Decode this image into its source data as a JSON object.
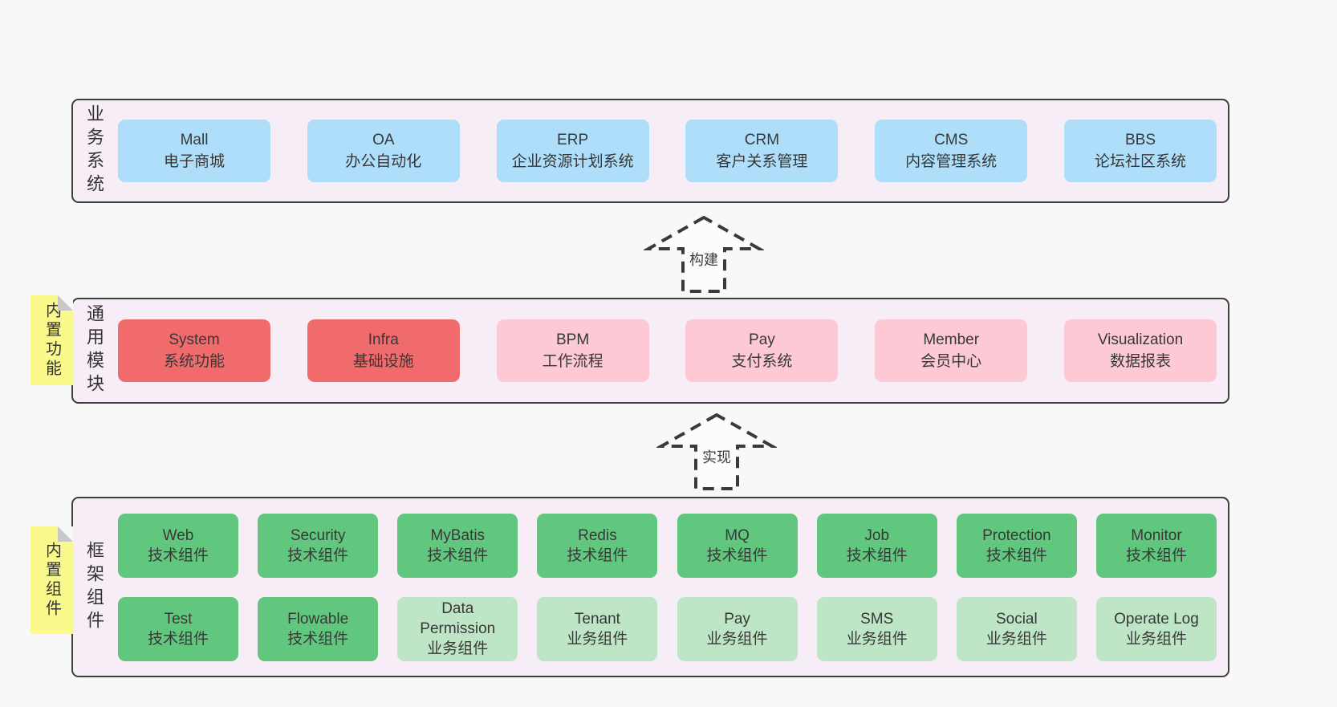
{
  "colors": {
    "page_background": "#f8f8f8",
    "band_background": "#f7edf6",
    "band_border": "#3e3e3e",
    "blue_box": "#AEDEFA",
    "red_box": "#F16A6C",
    "pink_box": "#FCC9D4",
    "green_box": "#61C77E",
    "light_green_box": "#BEE5C5",
    "sticky_note": "#FAFA8C"
  },
  "bands": [
    {
      "label": "业务系统",
      "boxes": [
        {
          "title": "Mall",
          "subtitle": "电子商城"
        },
        {
          "title": "OA",
          "subtitle": "办公自动化"
        },
        {
          "title": "ERP",
          "subtitle": "企业资源计划系统"
        },
        {
          "title": "CRM",
          "subtitle": "客户关系管理"
        },
        {
          "title": "CMS",
          "subtitle": "内容管理系统"
        },
        {
          "title": "BBS",
          "subtitle": "论坛社区系统"
        }
      ]
    },
    {
      "label": "通用模块",
      "sticky_note": "内置功能",
      "boxes": [
        {
          "title": "System",
          "subtitle": "系统功能"
        },
        {
          "title": "Infra",
          "subtitle": "基础设施"
        },
        {
          "title": "BPM",
          "subtitle": "工作流程"
        },
        {
          "title": "Pay",
          "subtitle": "支付系统"
        },
        {
          "title": "Member",
          "subtitle": "会员中心"
        },
        {
          "title": "Visualization",
          "subtitle": "数据报表"
        }
      ]
    },
    {
      "label": "框架组件",
      "sticky_note": "内置组件",
      "rows": [
        [
          {
            "title": "Web",
            "subtitle": "技术组件"
          },
          {
            "title": "Security",
            "subtitle": "技术组件"
          },
          {
            "title": "MyBatis",
            "subtitle": "技术组件"
          },
          {
            "title": "Redis",
            "subtitle": "技术组件"
          },
          {
            "title": "MQ",
            "subtitle": "技术组件"
          },
          {
            "title": "Job",
            "subtitle": "技术组件"
          },
          {
            "title": "Protection",
            "subtitle": "技术组件"
          },
          {
            "title": "Monitor",
            "subtitle": "技术组件"
          }
        ],
        [
          {
            "title": "Test",
            "subtitle": "技术组件"
          },
          {
            "title": "Flowable",
            "subtitle": "技术组件"
          },
          {
            "title": "Data Permission",
            "subtitle": "业务组件"
          },
          {
            "title": "Tenant",
            "subtitle": "业务组件"
          },
          {
            "title": "Pay",
            "subtitle": "业务组件"
          },
          {
            "title": "SMS",
            "subtitle": "业务组件"
          },
          {
            "title": "Social",
            "subtitle": "业务组件"
          },
          {
            "title": "Operate Log",
            "subtitle": "业务组件"
          }
        ]
      ]
    }
  ],
  "arrows": [
    {
      "label": "构建"
    },
    {
      "label": "实现"
    }
  ]
}
